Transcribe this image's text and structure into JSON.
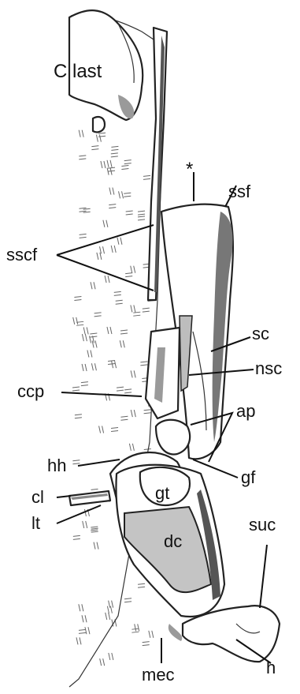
{
  "labels": {
    "c_last": "C last",
    "asterisk": "*",
    "ssf": "ssf",
    "sscf": "sscf",
    "sc": "sc",
    "nsc": "nsc",
    "ccp": "ccp",
    "ap": "ap",
    "hh": "hh",
    "gf": "gf",
    "gt": "gt",
    "cl": "cl",
    "dc": "dc",
    "lt": "lt",
    "suc": "suc",
    "h": "h",
    "mec": "mec"
  },
  "colors": {
    "stroke": "#222222",
    "dc_fill": "#c4c4c4",
    "nsc_fill": "#bdbdbd",
    "shading": "#9a9a9a"
  }
}
